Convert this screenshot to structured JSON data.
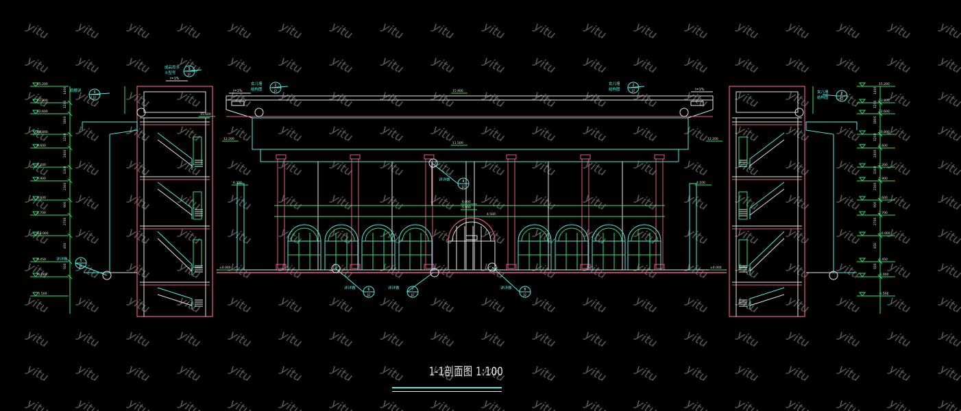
{
  "drawing": {
    "title": "1-1剖面图 1:100",
    "watermark": "yitu",
    "colors": {
      "background": "#000000",
      "pink": "#e85a8a",
      "cyan": "#4ef0e6",
      "green": "#2ee66b",
      "white": "#e8e8e8",
      "blue": "#5a8cff"
    },
    "left_levels": [
      "15.200",
      "13.800",
      "12.600",
      "10.800",
      "9.600",
      "7.200",
      "5.900",
      "3.600",
      "2.700",
      "±0.000",
      "0.450",
      "-1.000",
      "-1.500"
    ],
    "right_levels": [
      "15.200",
      "13.800",
      "12.600",
      "10.800",
      "9.600",
      "7.200",
      "5.900",
      "3.600",
      "2.700",
      "±0.000",
      "0.450",
      "-1.000",
      "-1.500"
    ],
    "left_dims": [
      "1400",
      "1200",
      "1800",
      "1200",
      "2400",
      "1300",
      "2300",
      "900",
      "2700",
      "450",
      "500"
    ],
    "right_dims": [
      "1400",
      "1200",
      "1800",
      "1200",
      "2400",
      "1300",
      "2300",
      "900",
      "2700",
      "450",
      "500"
    ],
    "callouts": [
      {
        "text": "成品雨水",
        "sub": "斗型号",
        "ref": "1",
        "ref2": "J2"
      },
      {
        "text": "女儿墙",
        "sub": "结构图",
        "ref": "2",
        "ref2": "J2"
      },
      {
        "text": "女儿墙",
        "sub": "结构图",
        "ref": "2",
        "ref2": "J2"
      },
      {
        "text": "女儿墙",
        "sub": "结构图",
        "ref": "2",
        "ref2": "J2"
      },
      {
        "text": "雨棚详",
        "ref": "3",
        "ref2": "J2"
      },
      {
        "text": "详详做",
        "ref": "4",
        "ref2": "J2"
      },
      {
        "text": "详详做",
        "ref": "5",
        "ref2": "J2"
      },
      {
        "text": "详详做",
        "ref": "6",
        "ref2": "J2"
      },
      {
        "text": "详详做",
        "ref": "7",
        "ref2": "J2"
      },
      {
        "text": "详详做",
        "ref": "8",
        "ref2": "J2"
      }
    ],
    "slope_labels": [
      "i=1%",
      "i=1%",
      "i=1%"
    ],
    "hall_levels": [
      "15.900",
      "15.600",
      "12.200",
      "12.200",
      "11.500",
      "6.300",
      "6.000",
      "5.900",
      "4.500",
      "4.100",
      "±0.000",
      "±0.000"
    ]
  }
}
